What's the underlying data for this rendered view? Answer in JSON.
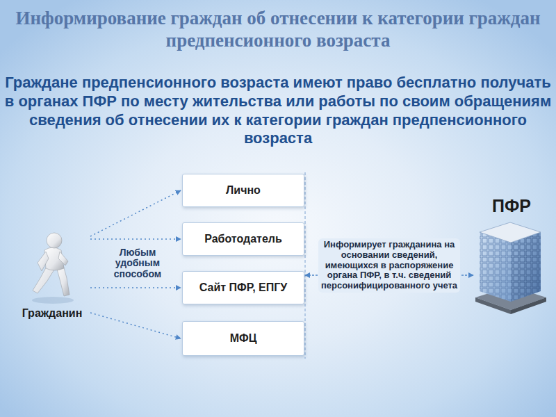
{
  "diagram": {
    "title": "Информирование граждан об отнесении к категории граждан предпенсионного возраста",
    "nodes": [
      {
        "text": [
          "Гражданин"
        ]
      },
      {
        "text": [
          "Лично"
        ]
      },
      {
        "text": [
          "Работодатель"
        ]
      },
      {
        "text": [
          "Сайт ПФР, ЕПГУ"
        ]
      },
      {
        "text": [
          "МФЦ"
        ]
      },
      {
        "text": [
          "ПФР"
        ]
      }
    ],
    "edges": [
      {
        "from": 0,
        "to": 1,
        "arrow": "to"
      },
      {
        "from": 0,
        "to": 2,
        "arrow": "to"
      },
      {
        "from": 0,
        "to": 3,
        "arrow": "to"
      },
      {
        "from": 0,
        "to": 4,
        "arrow": "to"
      },
      {
        "from": 3,
        "to": 5,
        "label": "Информирует гражданина на основании сведений, имеющихся в распоряжение органа ПФР, в т.ч. сведений персонифицированного учета",
        "arrow": "both"
      }
    ],
    "labels": [
      "Граждане предпенсионного возраста имеют право бесплатно получать в органах ПФР по месту жительства или работы по своим обращениям сведения об отнесении их к категории граждан предпенсионного возраста",
      "Любым удобным способом"
    ]
  }
}
